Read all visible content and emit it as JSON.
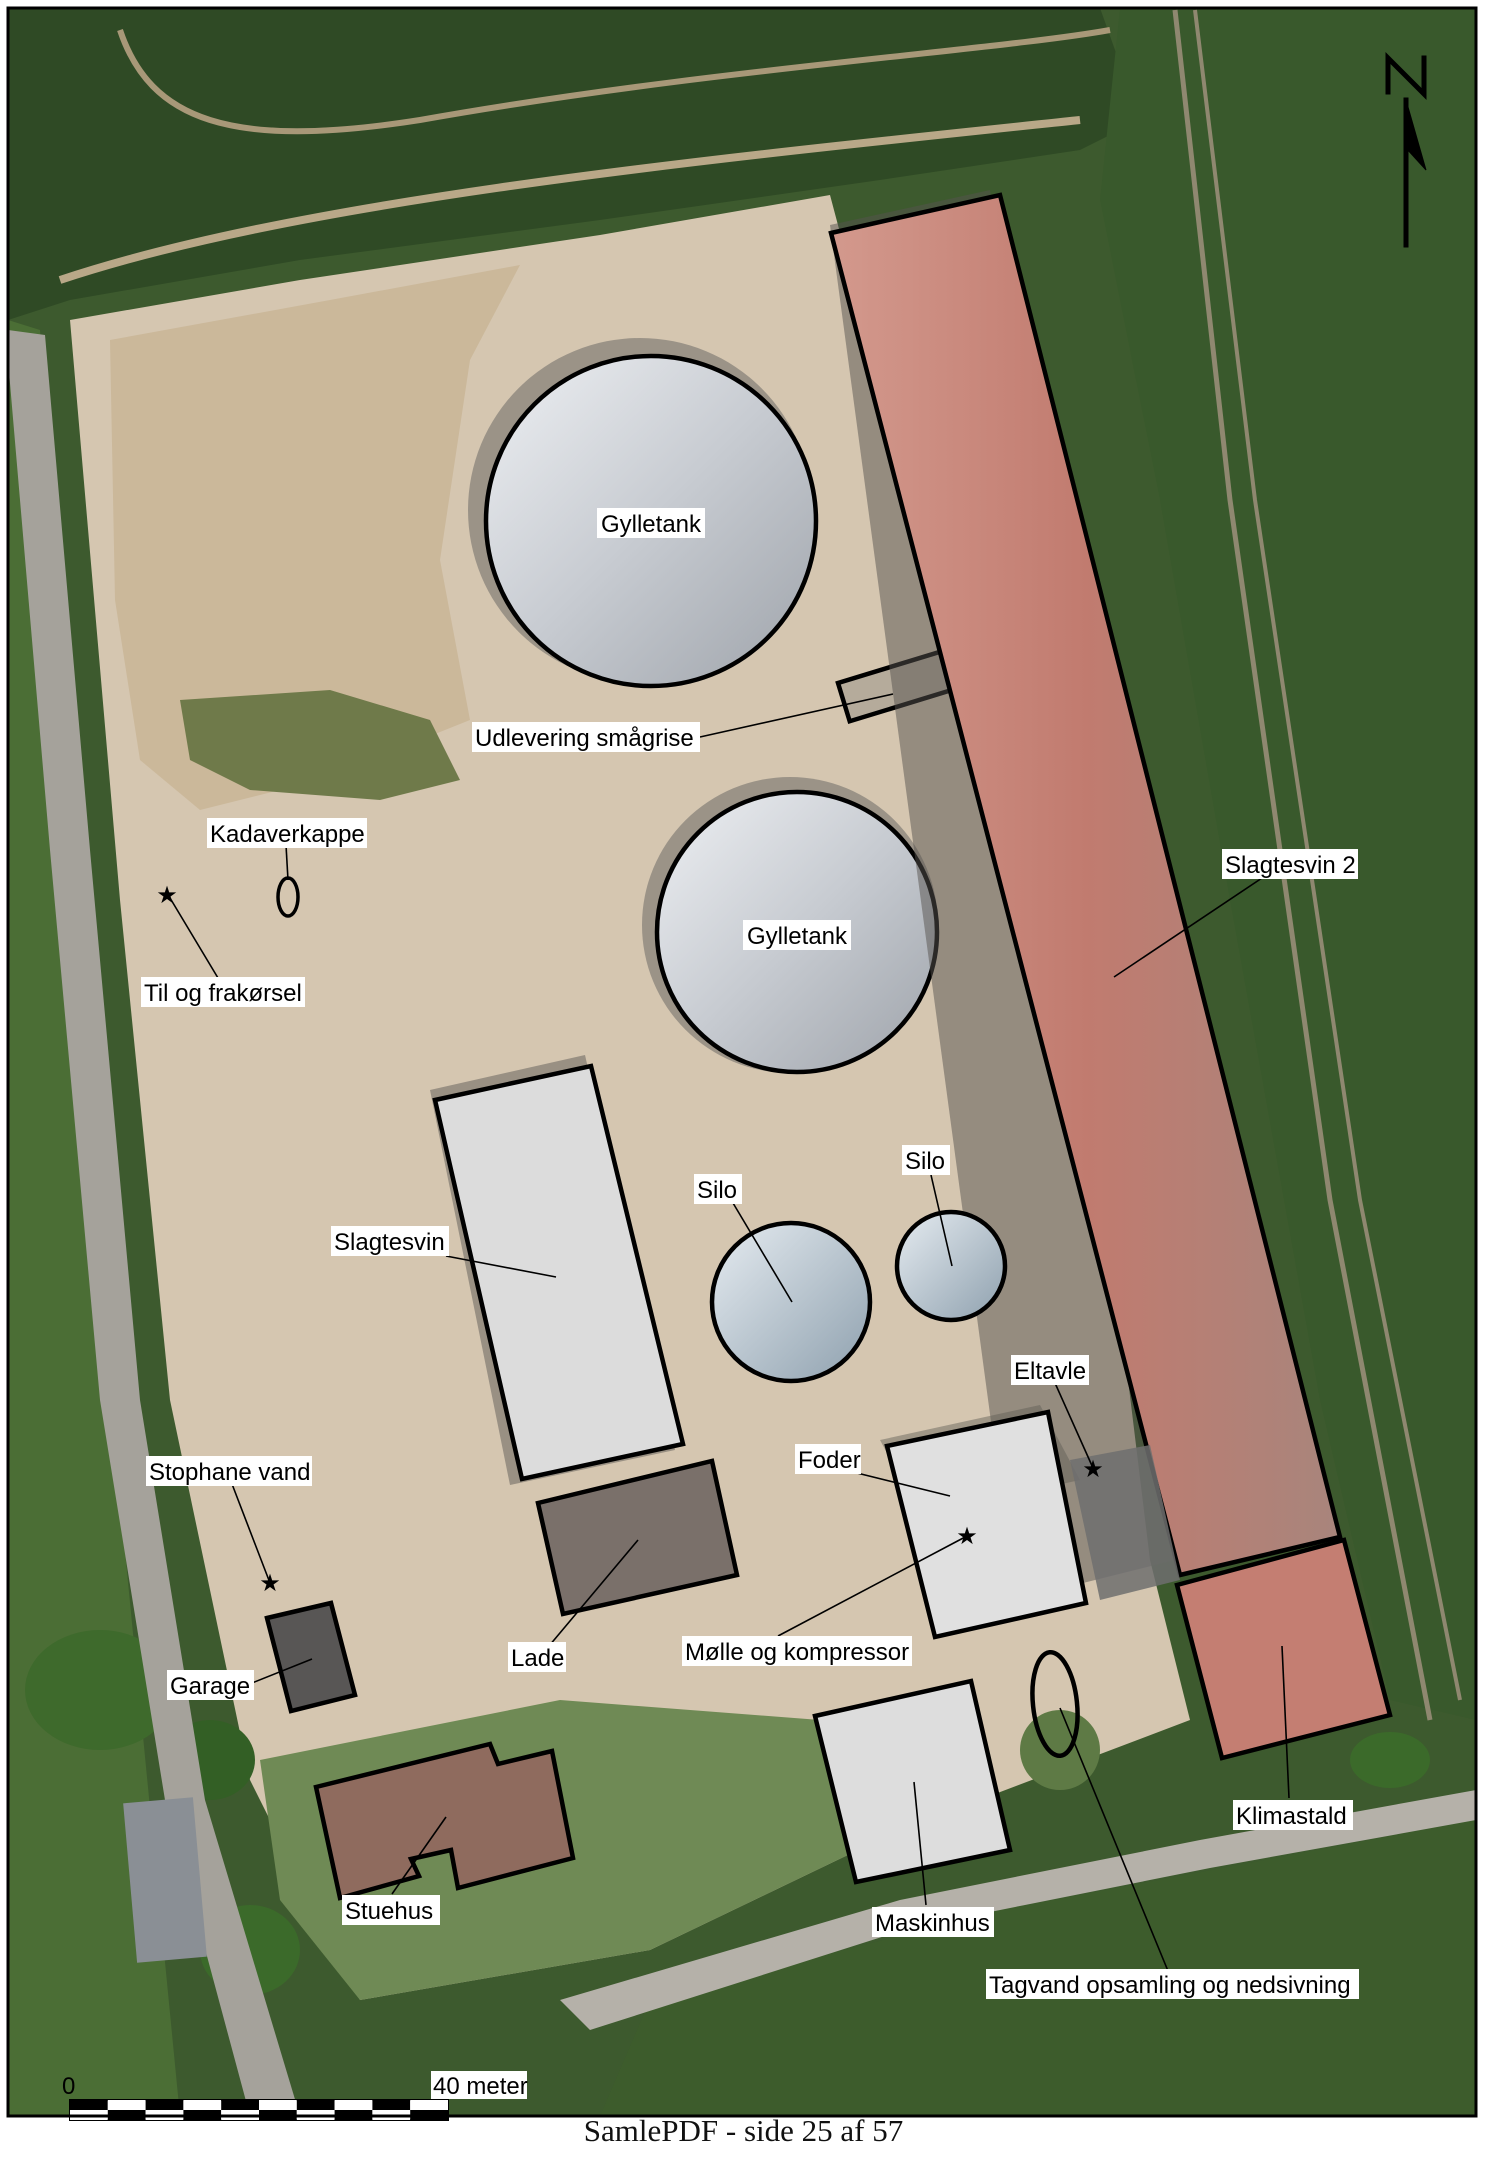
{
  "labels": {
    "gylletank_1": "Gylletank",
    "gylletank_2": "Gylletank",
    "udlevering": "Udlevering smågrise",
    "kadaverkappe": "Kadaverkappe",
    "til_frakorsel": "Til og frakørsel",
    "slagtesvin_2": "Slagtesvin 2",
    "slagtesvin": "Slagtesvin",
    "silo_1": "Silo",
    "silo_2": "Silo",
    "eltavle": "Eltavle",
    "foder": "Foder",
    "stophane_vand": "Stophane vand",
    "lade": "Lade",
    "molle_kompressor": "Mølle og kompressor",
    "garage": "Garage",
    "klimastald": "Klimastald",
    "stuehus": "Stuehus",
    "maskinhus": "Maskinhus",
    "tagvand": "Tagvand opsamling og nedsivning"
  },
  "scale_bar": {
    "start_label": "0",
    "end_label": "40 meter",
    "length_m": 40,
    "segments": 10
  },
  "footer": {
    "text": "SamlePDF - side 25 af 57"
  },
  "colors": {
    "outline": "#000000",
    "field": "#3f5a30",
    "farmyard": "#d7c8b3",
    "road": "#a6a29b",
    "roof_red": "#c98478",
    "roof_grey": "#d7d9dc",
    "tank": "#c4c8ce"
  },
  "icons": {
    "north_arrow": "north-arrow-icon",
    "point_marker": "star-icon"
  }
}
